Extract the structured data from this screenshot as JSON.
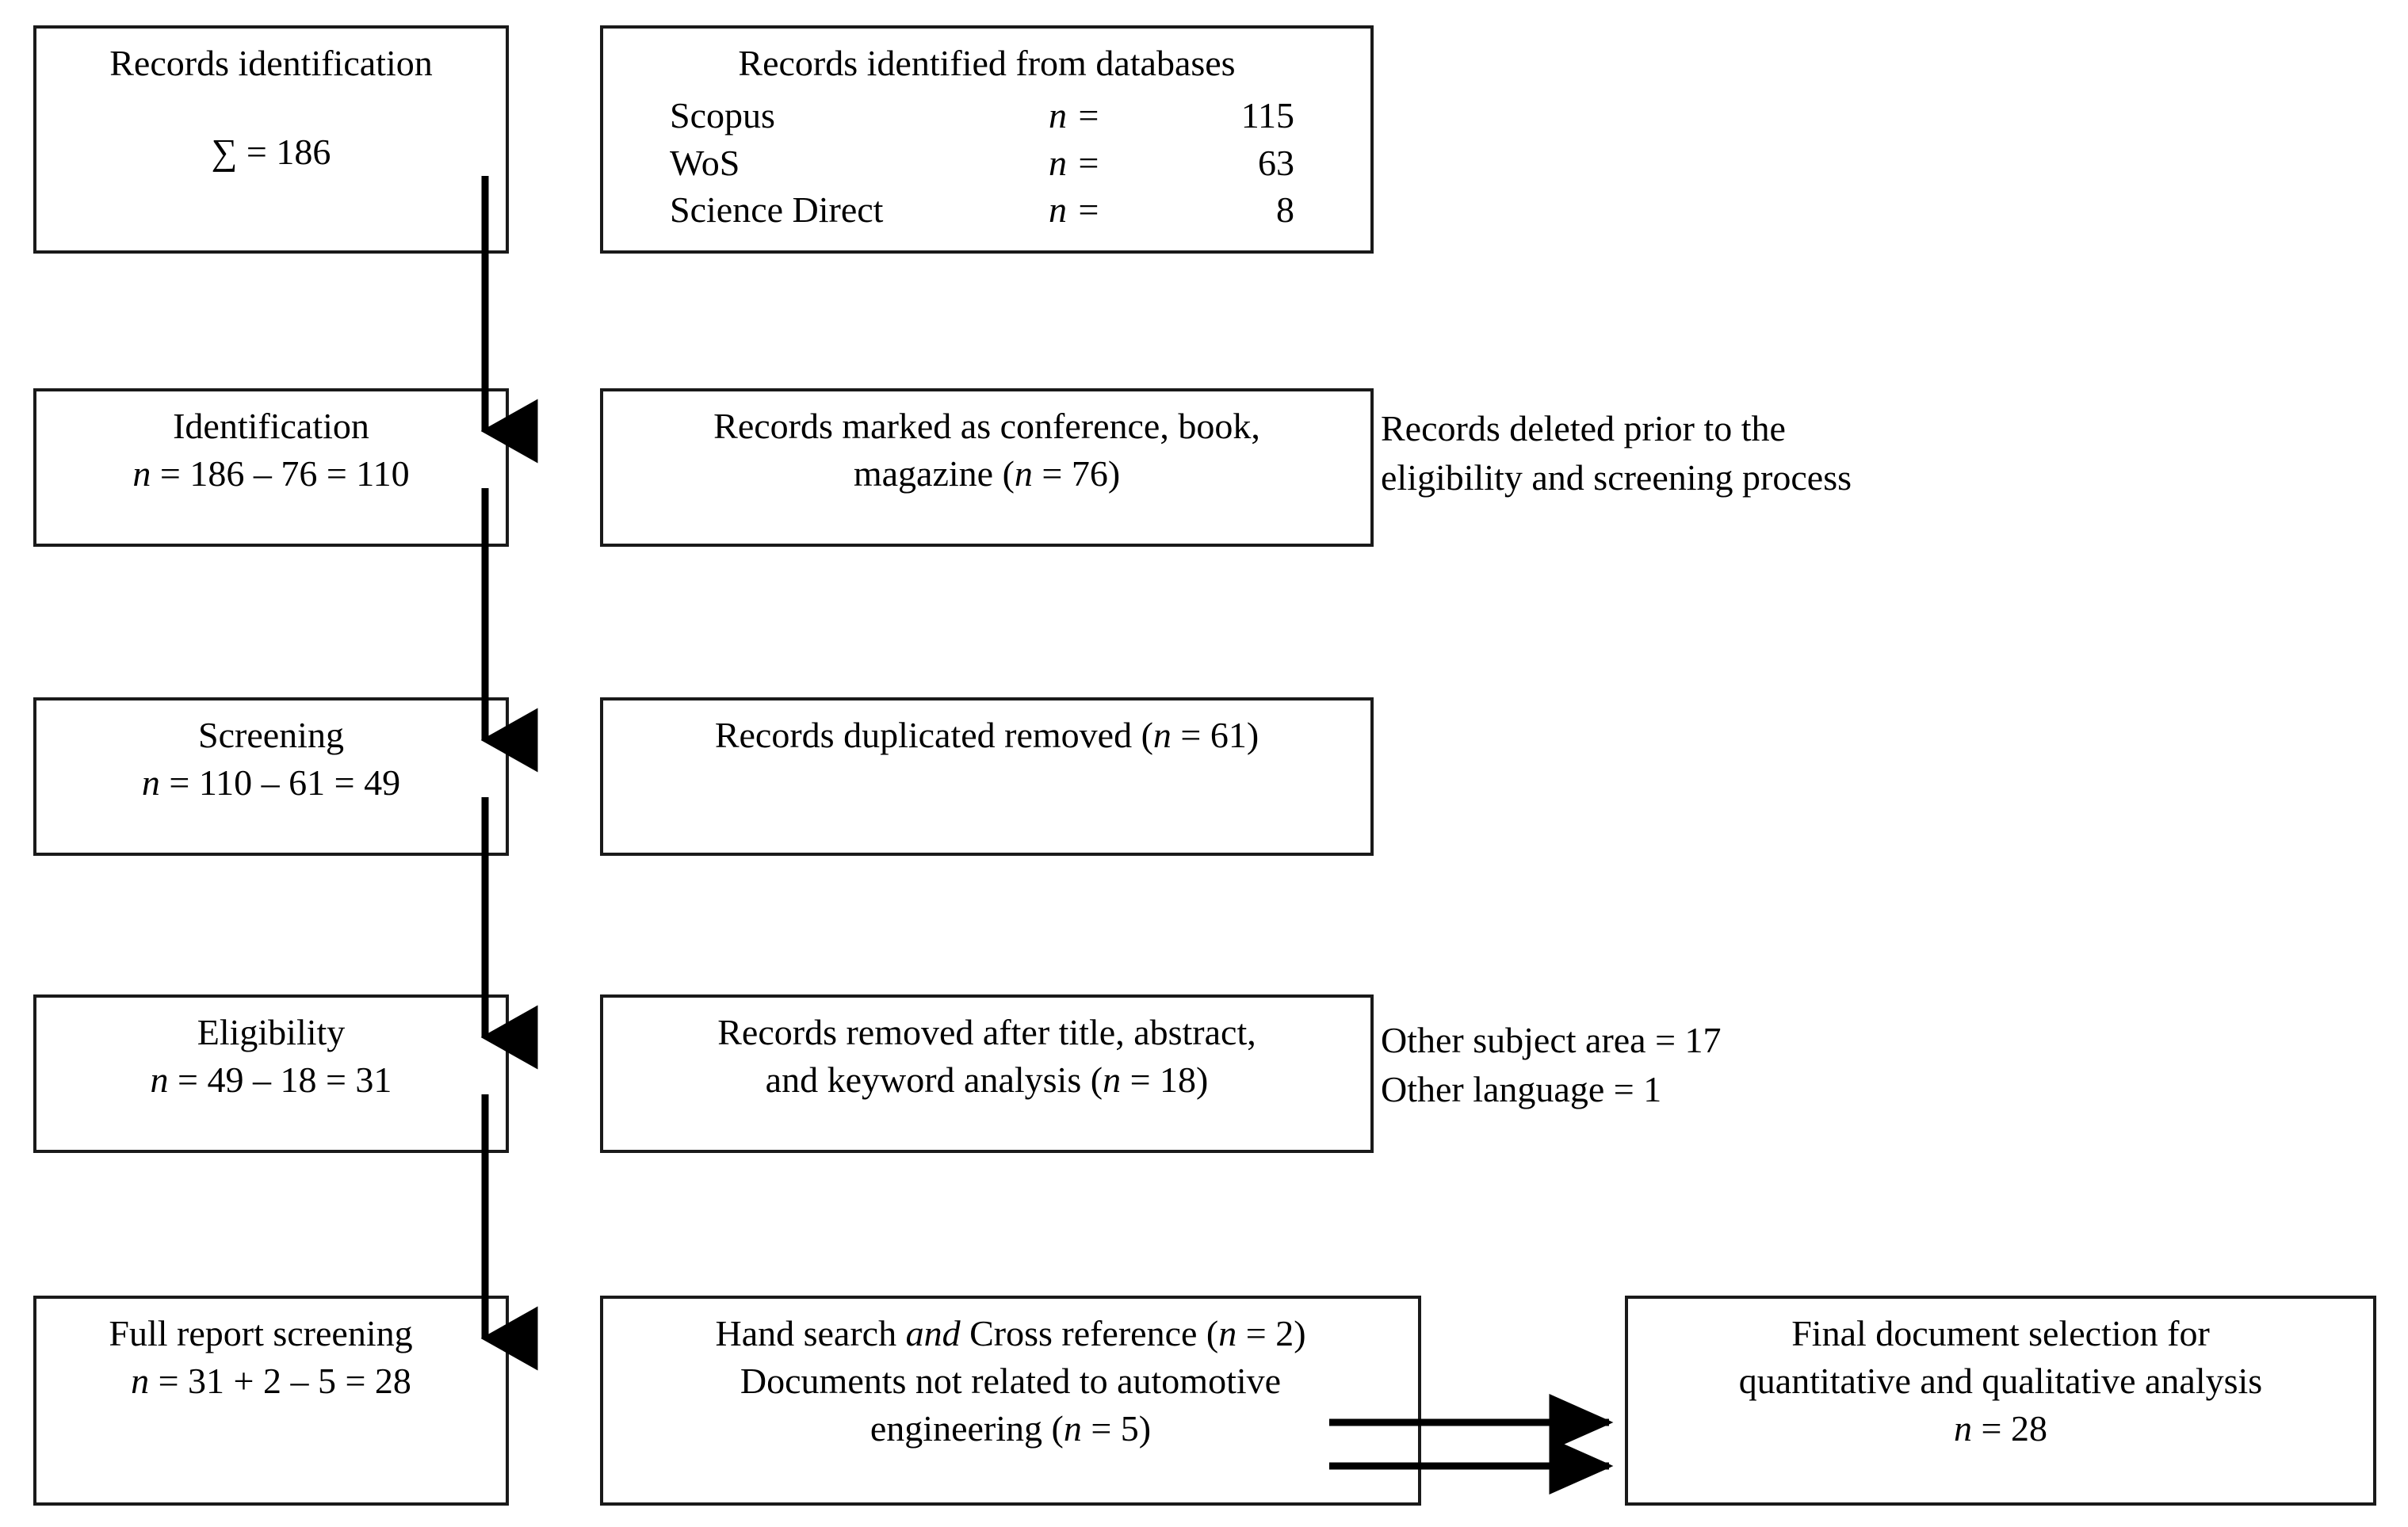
{
  "diagram": {
    "title": "PRISMA style record selection flow diagram",
    "line_color": "#1a1a1a",
    "background": "#ffffff"
  },
  "boxes": {
    "records_identification": {
      "heading": "Records identification",
      "total_label": "∑ = 186"
    },
    "records_databases": {
      "heading": "Records identified  from databases",
      "rows": [
        {
          "source": "Scopus",
          "neq": "n =",
          "value": "115"
        },
        {
          "source": "WoS",
          "neq": "n =",
          "value": "63"
        },
        {
          "source": "Science Direct",
          "neq": "n =",
          "value": "8"
        }
      ]
    },
    "identification": {
      "heading": "Identification",
      "equation_prefix": "n",
      "equation": " = 186 – 76 = 110"
    },
    "marked_types": {
      "line1": "Records marked as conference, book,",
      "line2_prefix": "magazine  (",
      "line2_n": "n",
      "line2_suffix": " = 76)"
    },
    "deleted_prior_note": {
      "line1": "Records deleted prior to the",
      "line2": "eligibility  and screening process"
    },
    "screening": {
      "heading": "Screening",
      "equation_prefix": "n",
      "equation": " = 110 – 61 = 49"
    },
    "duplicates_removed": {
      "prefix": "Records duplicated removed (",
      "n": "n",
      "suffix": " = 61)"
    },
    "eligibility": {
      "heading": "Eligibility",
      "equation_prefix": "n",
      "equation": " = 49 – 18 = 31"
    },
    "removed_title_abstract": {
      "line1": "Records removed after title,  abstract,",
      "line2_prefix": "and keyword analysis  (",
      "line2_n": "n",
      "line2_suffix": " = 18)"
    },
    "other_reasons_note": {
      "line1": "Other subject area = 17",
      "line2": "Other language  = 1"
    },
    "full_report_screening": {
      "heading": "Full report screening",
      "equation_prefix": "n",
      "equation": " = 31 + 2 – 5 = 28"
    },
    "hand_search": {
      "line1_a": "Hand search ",
      "line1_italic": "and",
      "line1_b": " Cross reference (",
      "line1_n": "n",
      "line1_c": " = 2)",
      "line2": "Documents not related to automotive",
      "line3_prefix": "engineering  (",
      "line3_n": "n",
      "line3_suffix": " = 5)"
    },
    "final_selection": {
      "line1": "Final  document selection for",
      "line2": "quantitative  and qualitative  analysis",
      "line3_prefix": "n",
      "line3_suffix": " =  28"
    }
  },
  "connectors": {
    "main_chain_label": "vertical-flow-arrows",
    "to_final_label": "double-arrow-to-final-selection"
  }
}
